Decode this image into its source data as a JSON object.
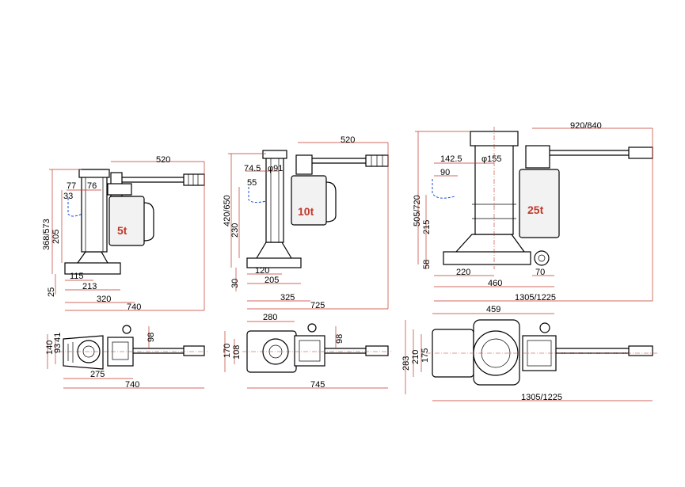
{
  "jack5t": {
    "capacity": "5t",
    "dims": {
      "width_top": "520",
      "d77": "77",
      "d76": "76",
      "d33": "33",
      "height_total": "368/573",
      "h205": "205",
      "h25": "25",
      "d115": "115",
      "d213": "213",
      "d320": "320",
      "d740": "740"
    },
    "plan": {
      "h140": "140",
      "h93": "93",
      "h41": "41",
      "h98": "98",
      "d275": "275",
      "d740": "740"
    }
  },
  "jack10t": {
    "capacity": "10t",
    "dims": {
      "width_top": "520",
      "d74": "74.5",
      "phi": "φ91",
      "d55": "55",
      "height_total": "420/650",
      "h230": "230",
      "h30": "30",
      "d120": "120",
      "d205": "205",
      "d325": "325",
      "d725": "725"
    },
    "plan": {
      "d280": "280",
      "h170": "170",
      "h108": "108",
      "h98": "98",
      "d745": "745"
    }
  },
  "jack25t": {
    "capacity": "25t",
    "dims": {
      "width_top": "920/840",
      "d142": "142.5",
      "phi": "φ155",
      "d90": "90",
      "height_total": "505/720",
      "h215": "215",
      "h58": "58",
      "d220": "220",
      "d460": "460",
      "d70": "70",
      "d1305": "1305/1225"
    },
    "plan": {
      "d459": "459",
      "h283": "283",
      "h210": "210",
      "h175": "175",
      "d1305": "1305/1225"
    }
  }
}
